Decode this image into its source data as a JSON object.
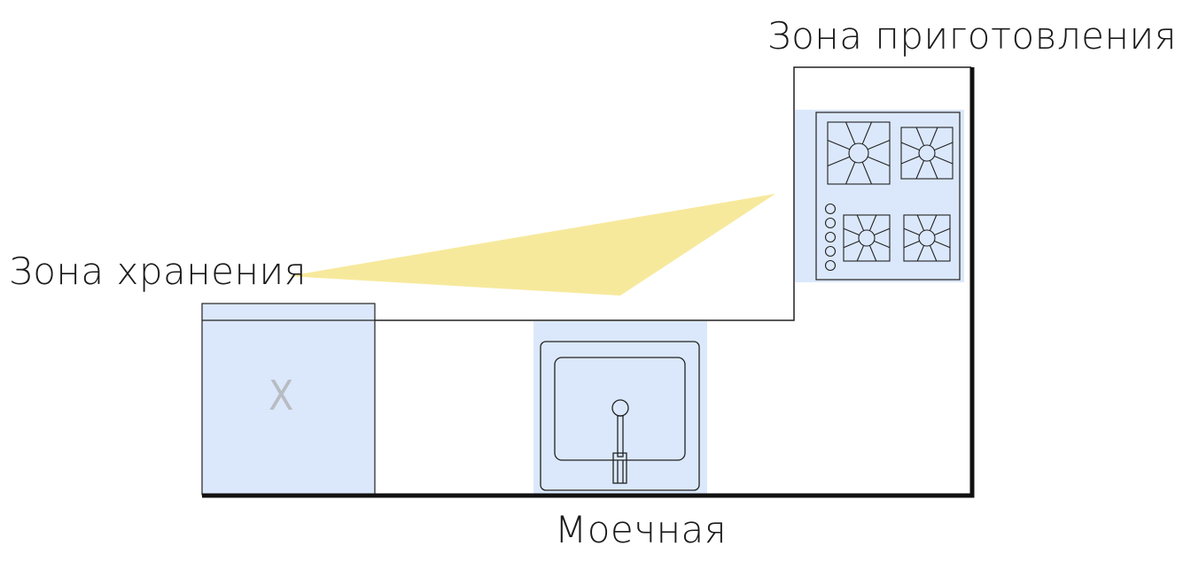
{
  "labels": {
    "cooking_zone": "Зона приготовления",
    "storage_zone": "Зона хранения",
    "sink_zone": "Моечная",
    "storage_mark": "X"
  },
  "colors": {
    "zone_fill": "#dbe8fb",
    "triangle_fill": "#f7e99c",
    "wall": "#111111",
    "outline": "#222222"
  },
  "icons": [
    "stove-icon",
    "sink-icon",
    "faucet-icon",
    "burner-icon",
    "knob-icon"
  ]
}
